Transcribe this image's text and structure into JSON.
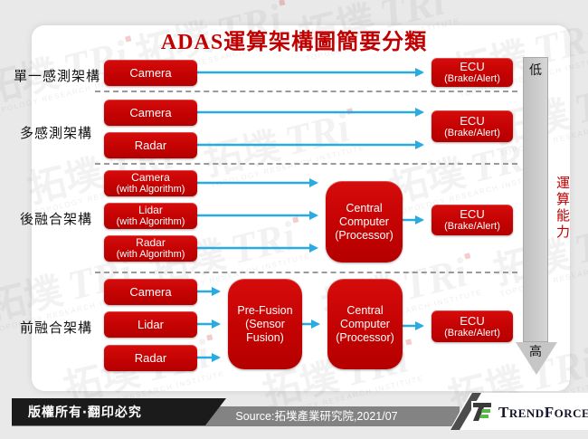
{
  "title": "ADAS運算架構圖簡要分類",
  "colors": {
    "box_red": "#CC0000",
    "title_red": "#C00000",
    "arrow_blue": "#29ABE2",
    "axis_gray": "#C6C6C6",
    "brand_green": "#58B947"
  },
  "watermark": {
    "cjk": "拓墣",
    "latin": "TRi",
    "caption": "TOPOLOGY RESEARCH INSTITUTE"
  },
  "rows": [
    {
      "label": "單一感測架構",
      "sensors": [
        {
          "lines": [
            "Camera"
          ]
        }
      ],
      "ecu": {
        "lines": [
          "ECU",
          "(Brake/Alert)"
        ]
      }
    },
    {
      "label": "多感測架構",
      "sensors": [
        {
          "lines": [
            "Camera"
          ]
        },
        {
          "lines": [
            "Radar"
          ]
        }
      ],
      "ecu": {
        "lines": [
          "ECU",
          "(Brake/Alert)"
        ]
      }
    },
    {
      "label": "後融合架構",
      "sensors": [
        {
          "lines": [
            "Camera",
            "(with Algorithm)"
          ]
        },
        {
          "lines": [
            "Lidar",
            "(with Algorithm)"
          ]
        },
        {
          "lines": [
            "Radar",
            "(with Algorithm)"
          ]
        }
      ],
      "central": {
        "lines": [
          "Central",
          "Computer",
          "(Processor)"
        ]
      },
      "ecu": {
        "lines": [
          "ECU",
          "(Brake/Alert)"
        ]
      }
    },
    {
      "label": "前融合架構",
      "sensors": [
        {
          "lines": [
            "Camera"
          ]
        },
        {
          "lines": [
            "Lidar"
          ]
        },
        {
          "lines": [
            "Radar"
          ]
        }
      ],
      "prefusion": {
        "lines": [
          "Pre-Fusion",
          "(Sensor",
          "Fusion)"
        ]
      },
      "central": {
        "lines": [
          "Central",
          "Computer",
          "(Processor)"
        ]
      },
      "ecu": {
        "lines": [
          "ECU",
          "(Brake/Alert)"
        ]
      }
    }
  ],
  "axis": {
    "low": "低",
    "high": "高",
    "label": "運算能力"
  },
  "footer": {
    "copyright": "版權所有‧翻印必究",
    "source": "Source:拓墣產業研究院,2021/07",
    "brand_parts": {
      "t": "T",
      "rend": "REND",
      "f": "F",
      "orce": "ORCE"
    }
  }
}
